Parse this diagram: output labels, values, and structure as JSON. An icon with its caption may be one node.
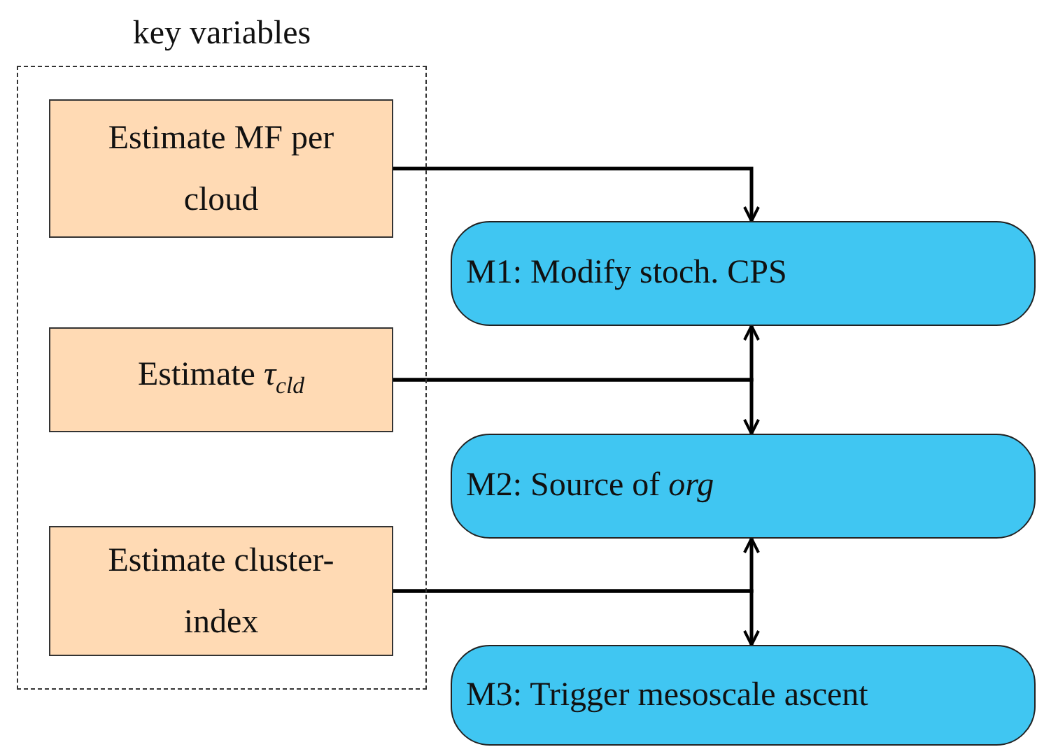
{
  "diagram": {
    "nodes": [
      {
        "text": [
          "key variables"
        ]
      },
      {
        "text": [
          "Estimate MF per cloud"
        ],
        "in": 0
      },
      {
        "text": [
          "Estimate *τ*$_{cld}$"
        ],
        "in": 0
      },
      {
        "text": [
          "Estimate cluster-index"
        ],
        "in": 0
      },
      {
        "text": [
          "M1: Modify stoch. CPS"
        ]
      },
      {
        "text": [
          "M2: Source of *org*"
        ]
      },
      {
        "text": [
          "M3: Trigger mesoscale ascent"
        ]
      }
    ],
    "edges": [
      {
        "from": 1,
        "to": 4,
        "arrow": "to"
      },
      {
        "from": 2,
        "to": 4,
        "arrow": "to"
      },
      {
        "from": 2,
        "to": 5,
        "arrow": "to"
      },
      {
        "from": 3,
        "to": 5,
        "arrow": "to"
      },
      {
        "from": 3,
        "to": 6,
        "arrow": "to"
      }
    ]
  }
}
